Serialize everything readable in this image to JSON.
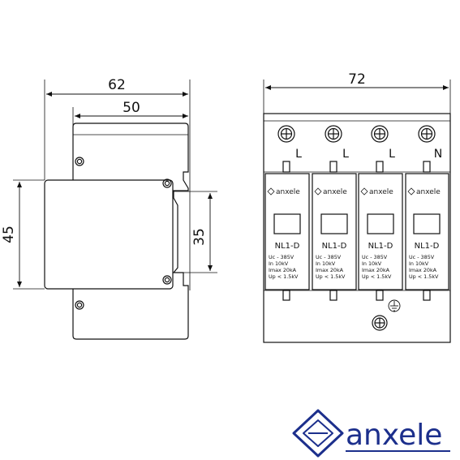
{
  "dimensions": {
    "side_total_width": "62",
    "side_body_width": "50",
    "side_height": "45",
    "rail_height": "35",
    "front_width": "72"
  },
  "modules": [
    {
      "terminal": "L",
      "brand": "anxele",
      "model": "NL1-D",
      "specs": [
        "Uc  -  385V",
        "In       10kV",
        "Imax  20kA",
        "Up < 1.5kV"
      ]
    },
    {
      "terminal": "L",
      "brand": "anxele",
      "model": "NL1-D",
      "specs": [
        "Uc  -  385V",
        "In       10kV",
        "Imax  20kA",
        "Up < 1.5kV"
      ]
    },
    {
      "terminal": "L",
      "brand": "anxele",
      "model": "NL1-D",
      "specs": [
        "Uc  -  385V",
        "In       10kV",
        "Imax  20kA",
        "Up < 1.5kV"
      ]
    },
    {
      "terminal": "N",
      "brand": "anxele",
      "model": "NL1-D",
      "specs": [
        "Uc  -  385V",
        "In       10kV",
        "Imax  20kA",
        "Up < 1.5kV"
      ]
    }
  ],
  "logo": {
    "text": "anxele",
    "color": "#1c2f8c"
  }
}
